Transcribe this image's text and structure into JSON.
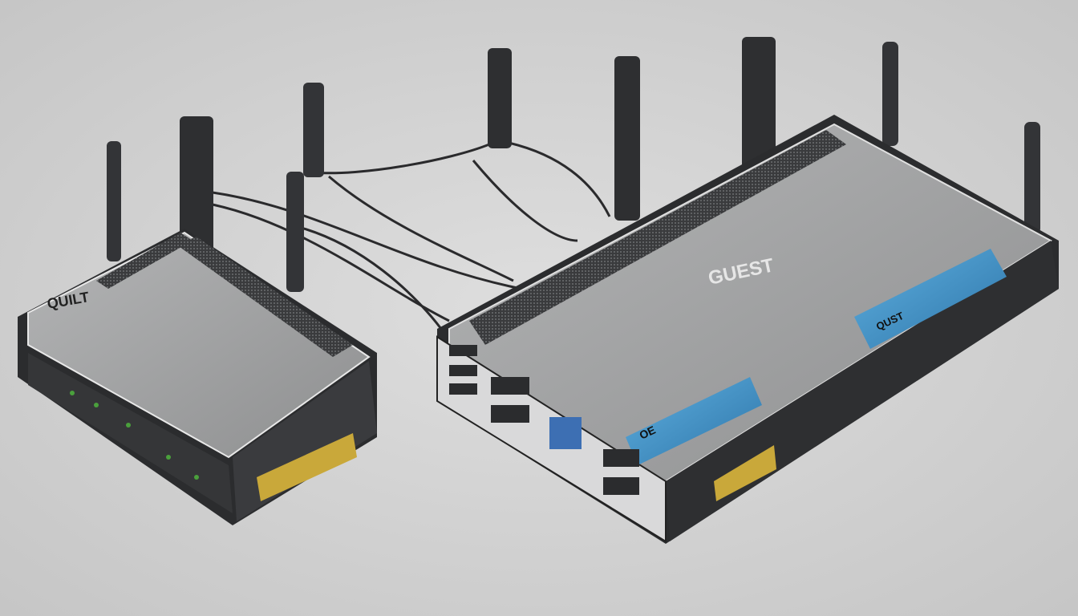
{
  "scene": {
    "left_router": {
      "logo_text": "QUILT"
    },
    "right_router": {
      "logo_text": "GUEST",
      "panel_label": "OE",
      "panel2_label": "QUST"
    },
    "colors": {
      "background": "#d2d2d2",
      "body": "#9a9b9c",
      "frame": "#2b2c2e",
      "accent_blue": "#3d8fc4",
      "connector_gold": "#c9a83a"
    }
  }
}
